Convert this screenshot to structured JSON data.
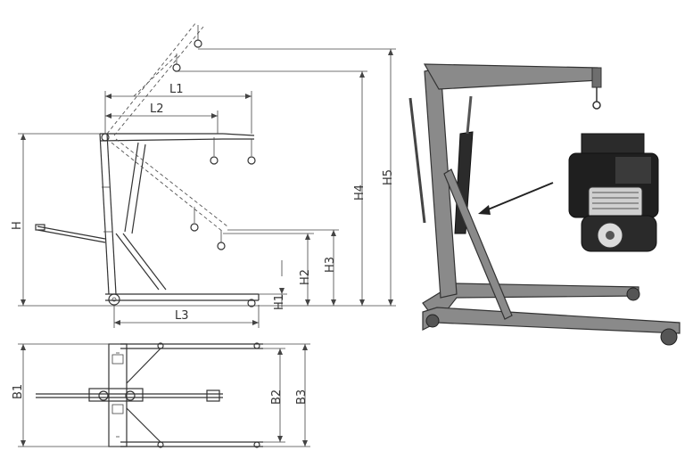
{
  "dimensions": {
    "L1": "L1",
    "L2": "L2",
    "L3": "L3",
    "H": "H",
    "H1": "H1",
    "H2": "H2",
    "H3": "H3",
    "H4": "H4",
    "H5": "H5",
    "B1": "B1",
    "B2": "B2",
    "B3": "B3"
  },
  "colors": {
    "line": "#333333",
    "photo_frame": "#8a8a8a",
    "photo_cylinder": "#2b2b2b"
  }
}
